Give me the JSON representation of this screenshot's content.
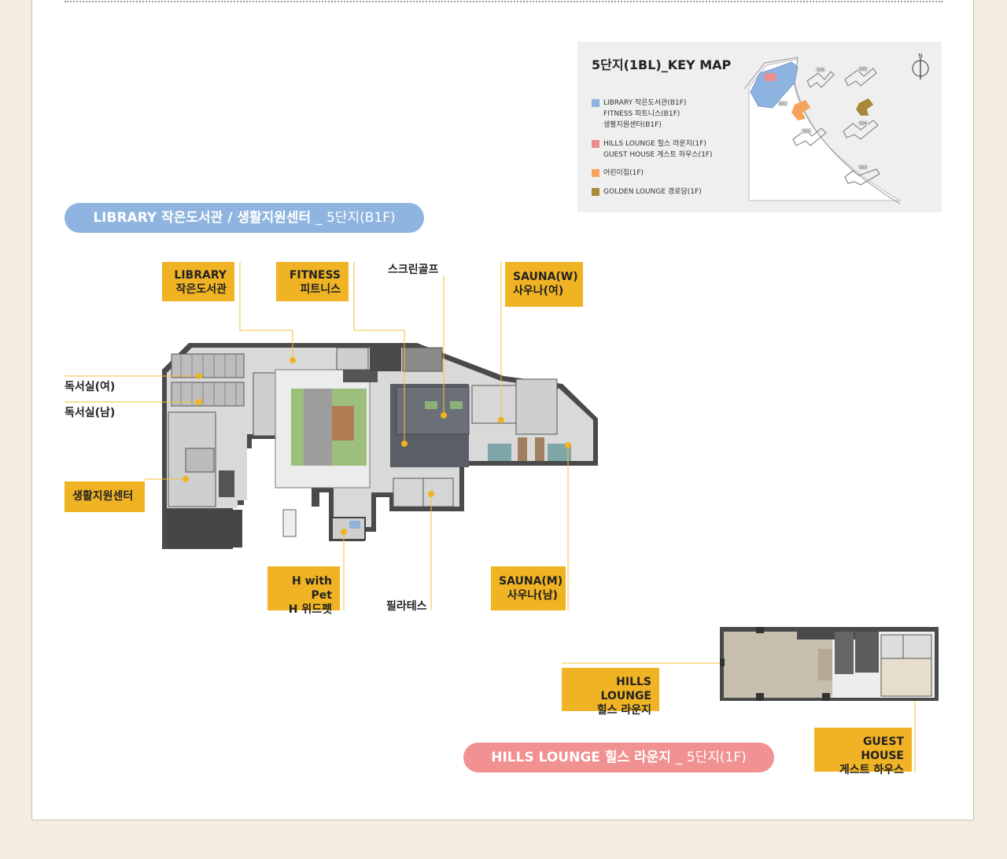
{
  "b1f_title": {
    "main": "LIBRARY 작은도서관 / 생활지원센터",
    "sub": "_ 5단지(B1F)"
  },
  "lounge_title": {
    "main": "HILLS LOUNGE 힐스 라운지",
    "sub": "_ 5단지(1F)"
  },
  "labels": {
    "library": {
      "line1": "LIBRARY",
      "line2": "작은도서관"
    },
    "fitness": {
      "line1": "FITNESS",
      "line2": "피트니스"
    },
    "screen_golf": "스크린골프",
    "sauna_w": {
      "line1": "SAUNA(W)",
      "line2": "사우나(여)"
    },
    "reading_f": "독서실(여)",
    "reading_m": "독서실(남)",
    "support_center": "생활지원센터",
    "pet": {
      "line1": "H with Pet",
      "line2": "H 위드펫"
    },
    "pilates": "필라테스",
    "sauna_m": {
      "line1": "SAUNA(M)",
      "line2": "사우나(남)"
    },
    "hills_lounge": {
      "line1": "HILLS LOUNGE",
      "line2": "힐스 라운지"
    },
    "guest_house": {
      "line1": "GUEST HOUSE",
      "line2": "게스트 하우스"
    }
  },
  "keymap": {
    "title": "5단지(1BL)_KEY MAP",
    "north": "N",
    "legend": [
      {
        "color": "#8db3e0",
        "lines": [
          "LIBRARY 작은도서관(B1F)",
          "FITNESS 피트니스(B1F)",
          "생활지원센터(B1F)"
        ]
      },
      {
        "color": "#ef8c8c",
        "lines": [
          "HILLS LOUNGE 힐스 라운지(1F)",
          "GUEST HOUSE 게스트 하우스(1F)"
        ]
      },
      {
        "color": "#f5a35a",
        "lines": [
          "어린이집(1F)"
        ]
      },
      {
        "color": "#a8893a",
        "lines": [
          "GOLDEN LOUNGE 경로당(1F)"
        ]
      }
    ],
    "buildings": [
      "506",
      "505",
      "501",
      "502",
      "504",
      "503"
    ]
  },
  "colors": {
    "pill_blue": "#8fb4df",
    "pill_pink": "#f29191",
    "label_yellow": "#f0b324",
    "leader": "#f2c23a"
  }
}
